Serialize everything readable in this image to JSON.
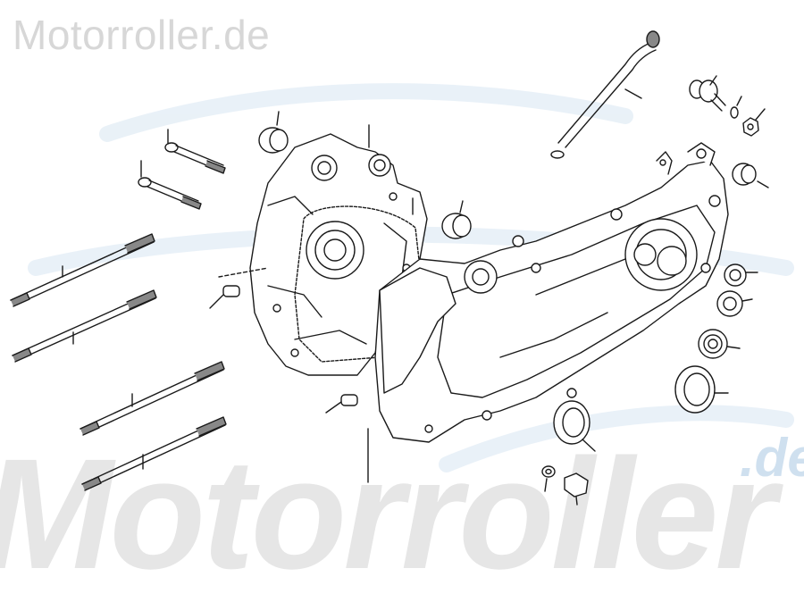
{
  "watermark": {
    "top_text": "Motorroller.de",
    "bottom_text": "Motorroller",
    "bottom_suffix": ".de",
    "accent_color": "#cfe0ef"
  },
  "diagram": {
    "line_color": "#1a1a1a",
    "parts": [
      "crankcase-left",
      "crankcase-right",
      "gasket",
      "bolt",
      "bolt",
      "stud",
      "stud",
      "stud",
      "stud",
      "dowel-pin",
      "dowel-pin",
      "bushing",
      "bushing",
      "bushing",
      "breather-tube",
      "drain-bolt",
      "washer",
      "nut",
      "oil-seal",
      "oil-seal",
      "bearing",
      "oil-seal",
      "oil-seal",
      "washer",
      "drain-plug"
    ]
  }
}
